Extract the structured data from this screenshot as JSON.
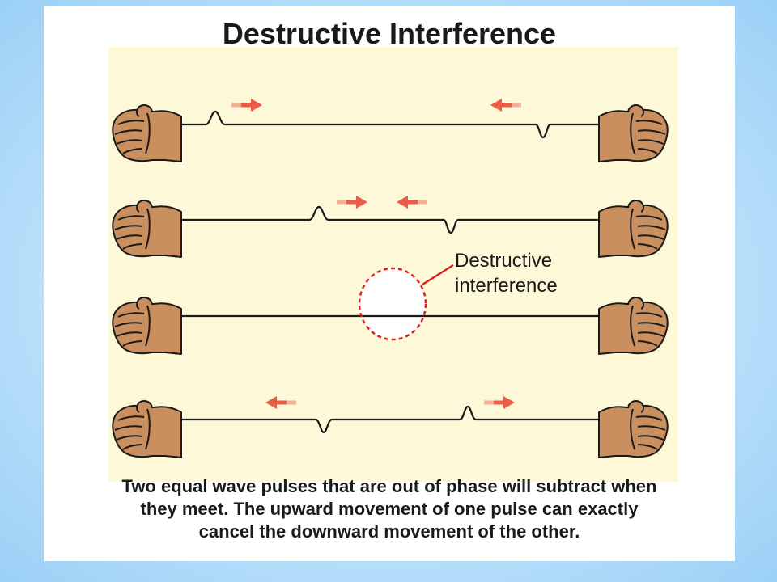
{
  "title": "Destructive Interference",
  "callout": {
    "line1": "Destructive",
    "line2": "interference"
  },
  "caption": {
    "line1": "Two equal wave pulses that are out of phase will subtract when",
    "line2": "they meet. The upward movement of one pulse can exactly",
    "line3": "cancel the downward movement of the other."
  },
  "colors": {
    "panel": "#fcf8d8",
    "arrow": "#ec5b45",
    "dashed_circle": "#d92020",
    "skin": "#c98f5f",
    "rope": "#1a1a1a"
  },
  "icons": {
    "left_hand": "fist-holding-rope",
    "right_hand": "fist-holding-rope",
    "arrow_right": "arrow-right",
    "arrow_left": "arrow-left"
  }
}
